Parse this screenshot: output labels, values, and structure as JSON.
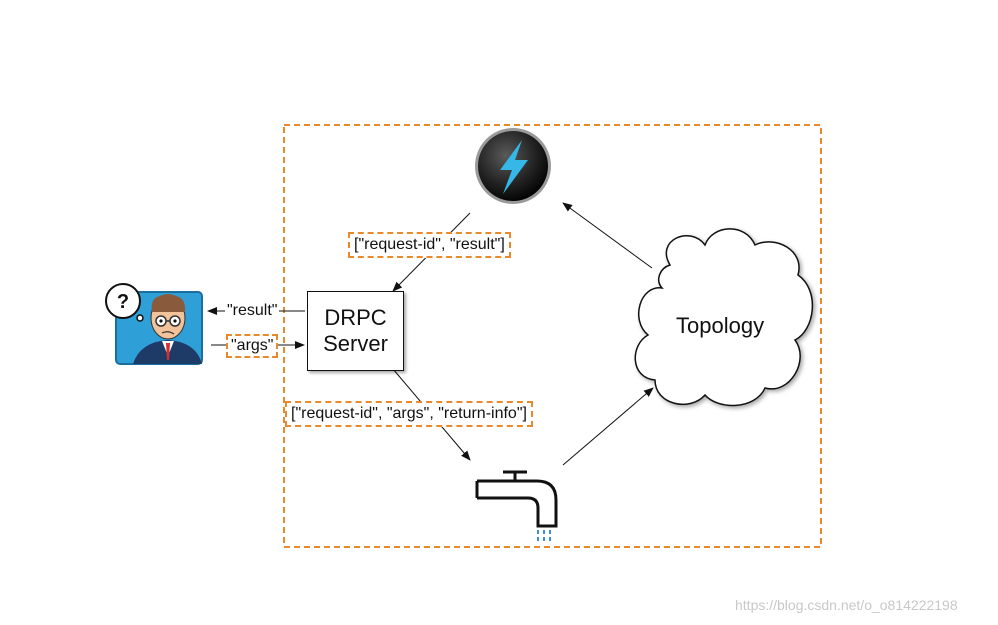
{
  "drpc_server": {
    "line1": "DRPC",
    "line2": "Server"
  },
  "topology_label": "Topology",
  "tags": {
    "request_result": "[\"request-id\", \"result\"]",
    "request_args_return": "[\"request-id\", \"args\", \"return-info\"]",
    "args": "\"args\"",
    "result": "\"result\""
  },
  "icons": {
    "client": "confused-person-icon",
    "storm": "lightning-storm-icon",
    "spout": "water-faucet-icon",
    "topology": "cloud-icon"
  },
  "watermark": "https://blog.csdn.net/o_o814222198",
  "colors": {
    "dashed_border": "#e8892c",
    "lightning": "#35b7e8",
    "water": "#3a8fe0",
    "client_bg": "#2f9fd8"
  }
}
